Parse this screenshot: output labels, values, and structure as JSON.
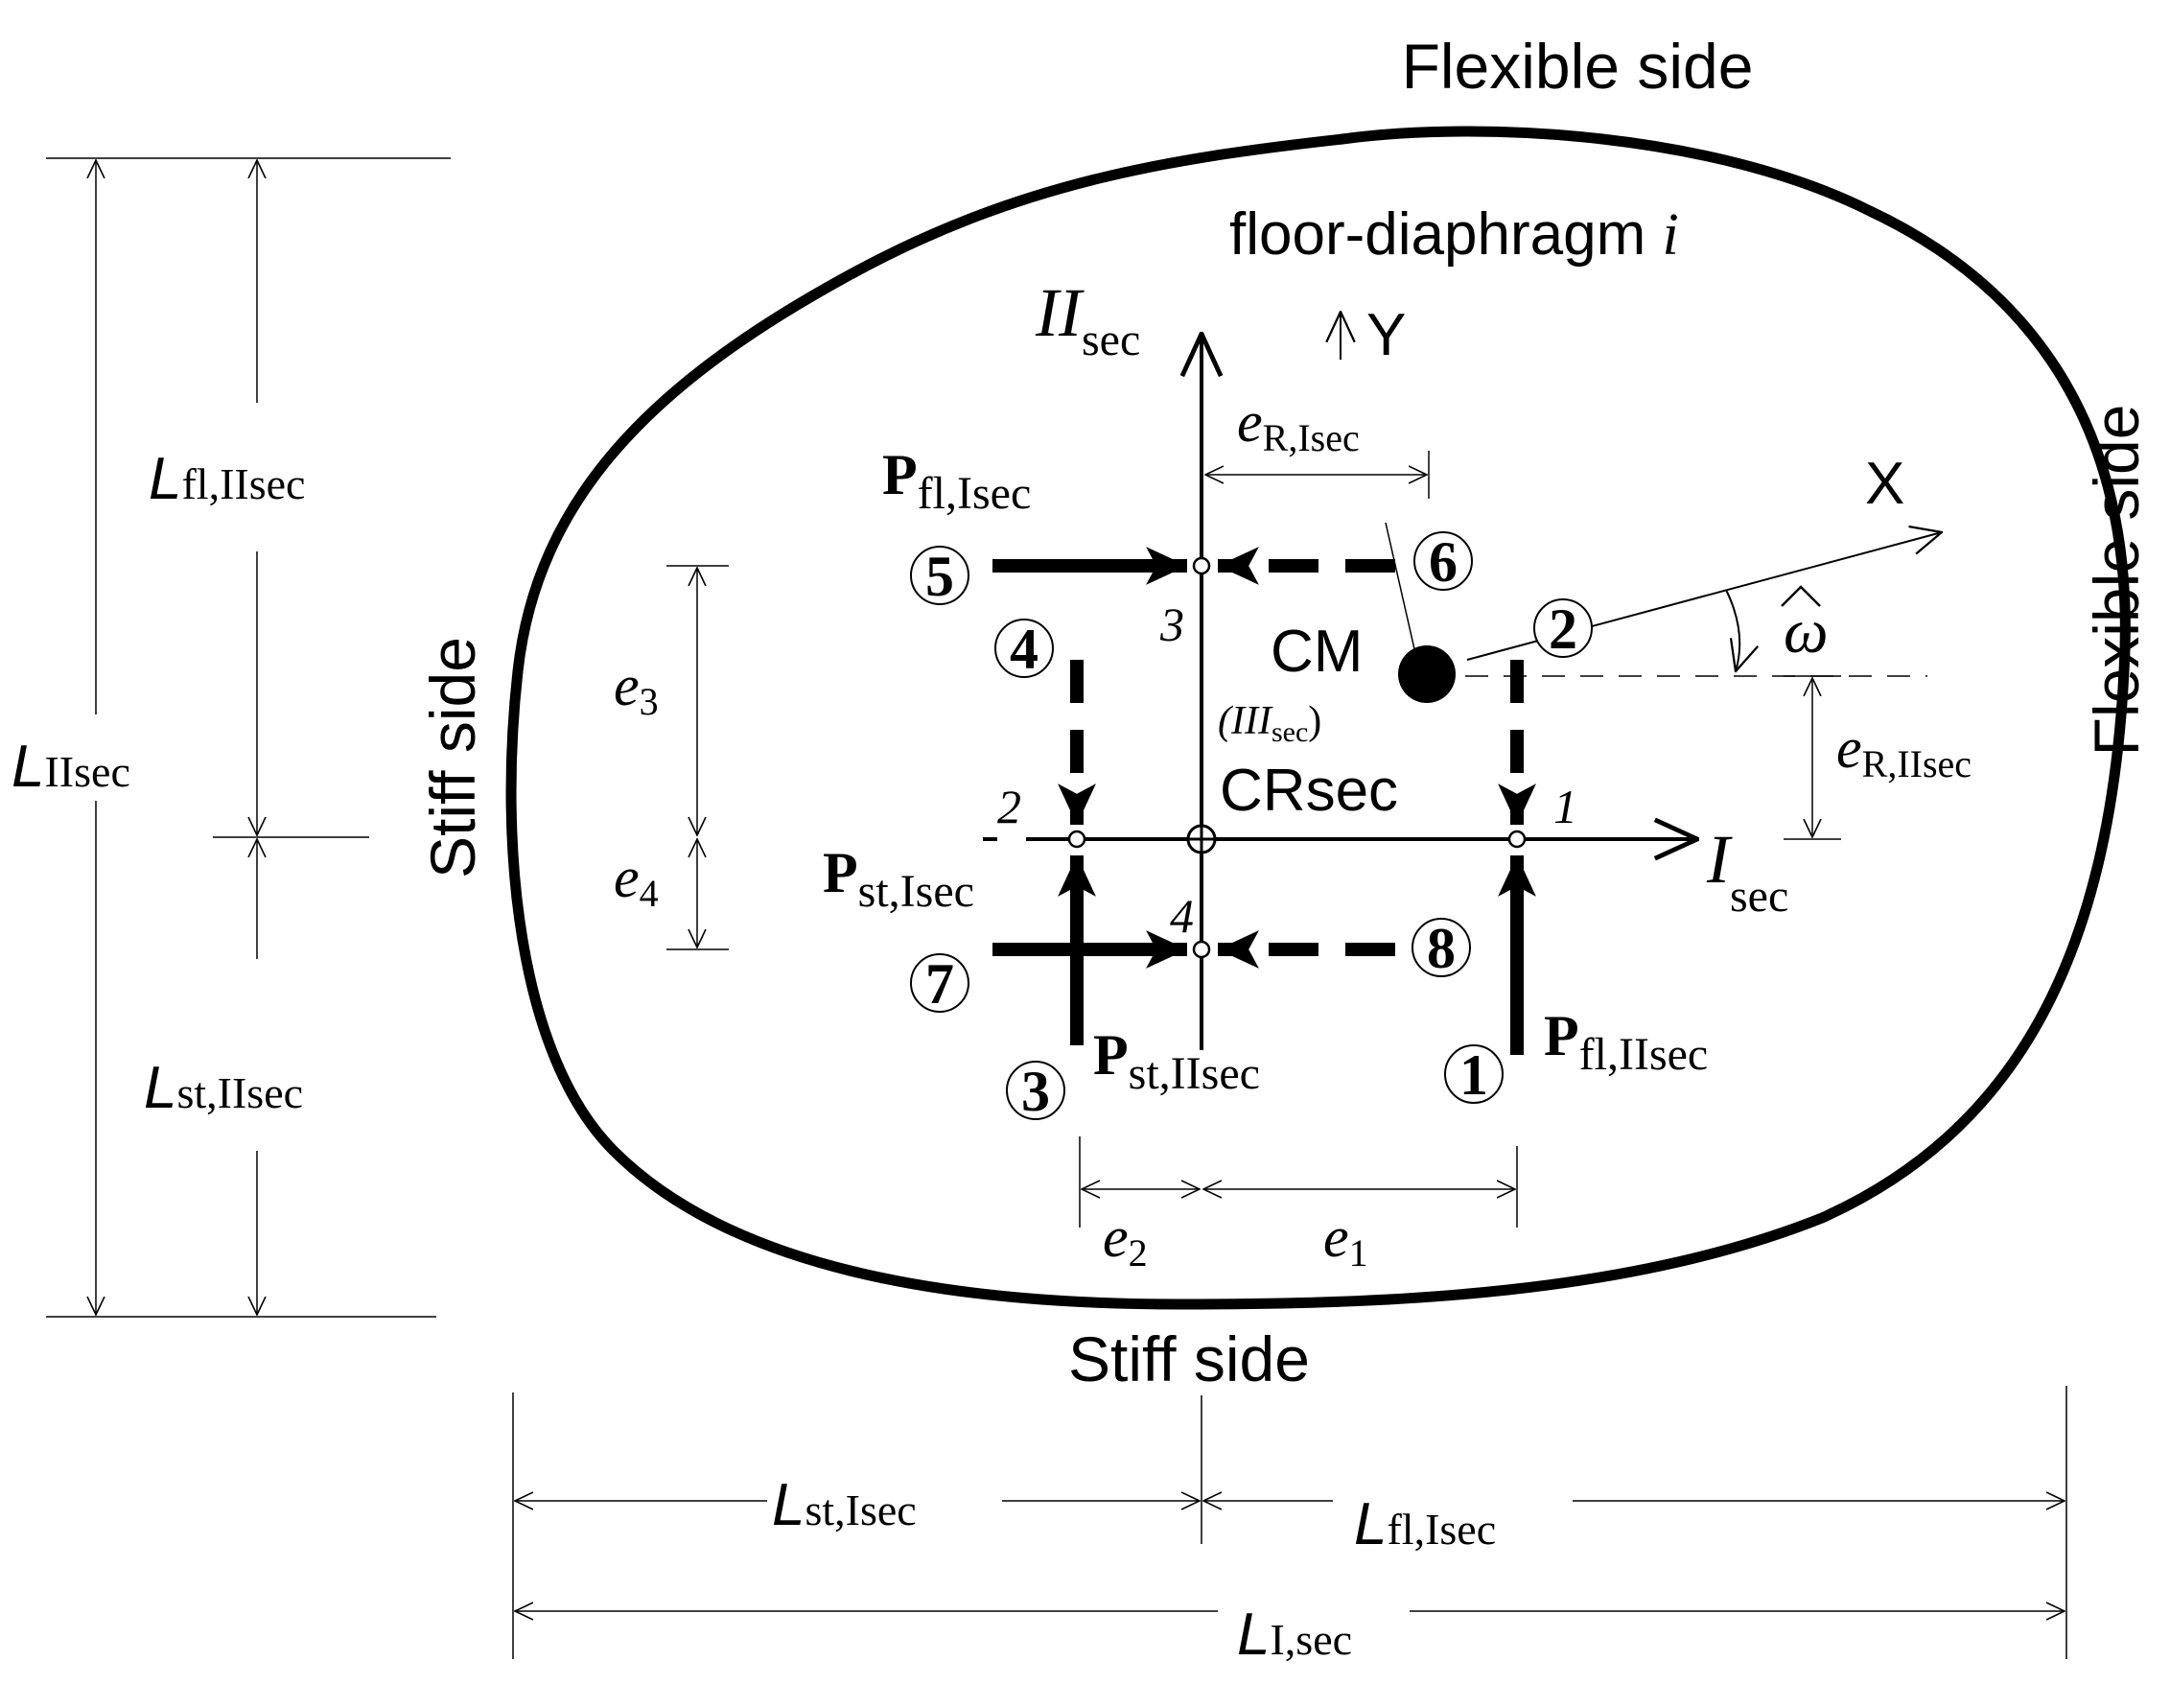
{
  "labels": {
    "flexible_side_top": "Flexible side",
    "flexible_side_right": "Flexible side",
    "stiff_side_left": "Stiff side",
    "stiff_side_bottom": "Stiff side",
    "diaphragm_text": "floor-diaphragm ",
    "diaphragm_index": "i",
    "axis_II": "II",
    "axis_II_sub": "sec",
    "axis_I": "I",
    "axis_I_sub": "sec",
    "axis_X": "X",
    "axis_Y": "Y",
    "cm": "CM",
    "cr": "CR",
    "cr_sub": "sec",
    "third_axis": "(III",
    "third_axis_sub": "sec",
    "third_axis_close": ")",
    "omega": "ω"
  },
  "eccentricities": {
    "e_R_Isec": {
      "main": "e",
      "sub": "R,Isec"
    },
    "e_R_IIsec": {
      "main": "e",
      "sub": "R,IIsec"
    },
    "e1": {
      "main": "e",
      "sub": "1"
    },
    "e2": {
      "main": "e",
      "sub": "2"
    },
    "e3": {
      "main": "e",
      "sub": "3"
    },
    "e4": {
      "main": "e",
      "sub": "4"
    }
  },
  "lengths": {
    "L_IIsec": {
      "main": "L",
      "sub": "IIsec"
    },
    "L_fl_IIsec": {
      "main": "L",
      "sub": "fl,IIsec"
    },
    "L_st_IIsec": {
      "main": "L",
      "sub": "st,IIsec"
    },
    "L_st_Isec": {
      "main": "L",
      "sub": "st,Isec"
    },
    "L_fl_Isec": {
      "main": "L",
      "sub": "fl,Isec"
    },
    "L_I_sec": {
      "main": "L",
      "sub": "I,sec"
    }
  },
  "forces": {
    "P_fl_Isec": {
      "main": "P",
      "sub": "fl,Isec"
    },
    "P_st_Isec": {
      "main": "P",
      "sub": "st,Isec"
    },
    "P_st_IIsec": {
      "main": "P",
      "sub": "st,IIsec"
    },
    "P_fl_IIsec": {
      "main": "P",
      "sub": "fl,IIsec"
    }
  },
  "load_cases": [
    "1",
    "2",
    "3",
    "4",
    "5",
    "6",
    "7",
    "8"
  ],
  "points": [
    "1",
    "2",
    "3",
    "4"
  ]
}
